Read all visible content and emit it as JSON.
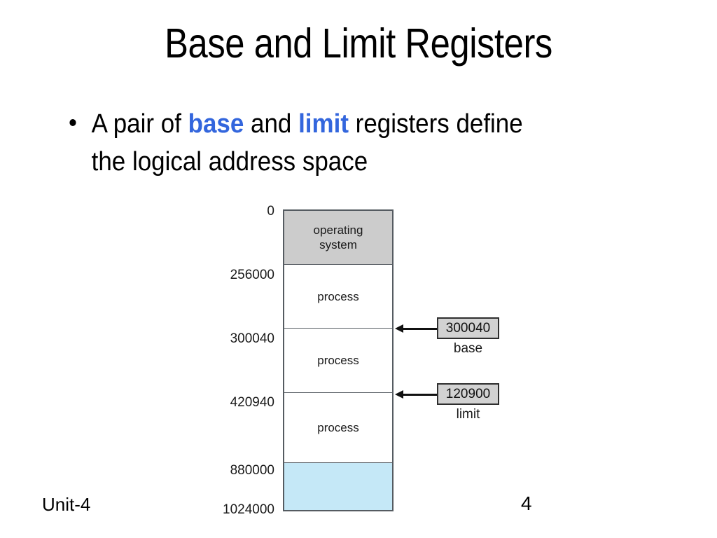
{
  "slide": {
    "title": "Base and Limit Registers",
    "bullets": [
      {
        "pre": "A pair of ",
        "kw1": "base",
        "mid": " and ",
        "kw2": "limit",
        "post": " registers define the logical address space"
      }
    ],
    "footer": {
      "left": "Unit-4",
      "page_number": "4"
    }
  },
  "colors": {
    "keyword_blue": "#3366dd",
    "os_block_gray": "#cccccc",
    "free_block_blue": "#c5e8f7",
    "register_box_gray": "#d2d2d2",
    "outline": "#555b61",
    "text": "#1a1a1a"
  },
  "diagram": {
    "name": "physical-memory-layout",
    "address_labels": [
      "0",
      "256000",
      "300040",
      "420940",
      "880000",
      "1024000"
    ],
    "blocks": [
      {
        "label": "operating system",
        "line1": "operating",
        "line2": "system",
        "start": "0",
        "end": "256000",
        "fill": "#cccccc"
      },
      {
        "label": "process",
        "line1": "process",
        "line2": "",
        "start": "256000",
        "end": "300040",
        "fill": "#ffffff"
      },
      {
        "label": "process",
        "line1": "process",
        "line2": "",
        "start": "300040",
        "end": "420940",
        "fill": "#ffffff"
      },
      {
        "label": "process",
        "line1": "process",
        "line2": "",
        "start": "420940",
        "end": "880000",
        "fill": "#ffffff"
      },
      {
        "label": "",
        "line1": "",
        "line2": "",
        "start": "880000",
        "end": "1024000",
        "fill": "#c5e8f7"
      }
    ],
    "registers": [
      {
        "value": "300040",
        "caption": "base",
        "points_to": "300040"
      },
      {
        "value": "120900",
        "caption": "limit",
        "points_to": "420940"
      }
    ]
  }
}
